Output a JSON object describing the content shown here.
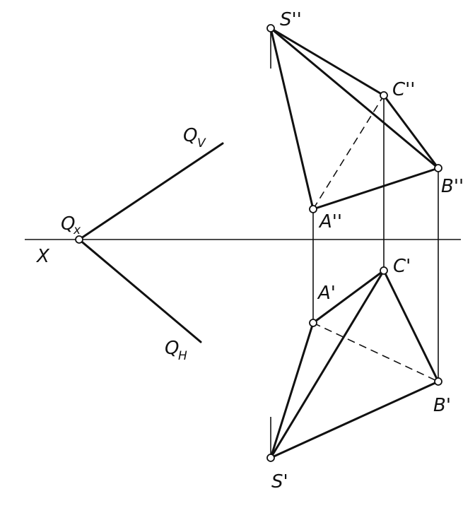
{
  "labels": {
    "axis_x": "X",
    "qx_main": "Q",
    "qx_sub": "x",
    "qv_main": "Q",
    "qv_sub": "V",
    "qh_main": "Q",
    "qh_sub": "H",
    "s2": "S''",
    "c2": "C''",
    "b2": "B''",
    "a2": "A''",
    "a1": "A'",
    "c1": "C'",
    "b1": "B'",
    "s1": "S'"
  }
}
